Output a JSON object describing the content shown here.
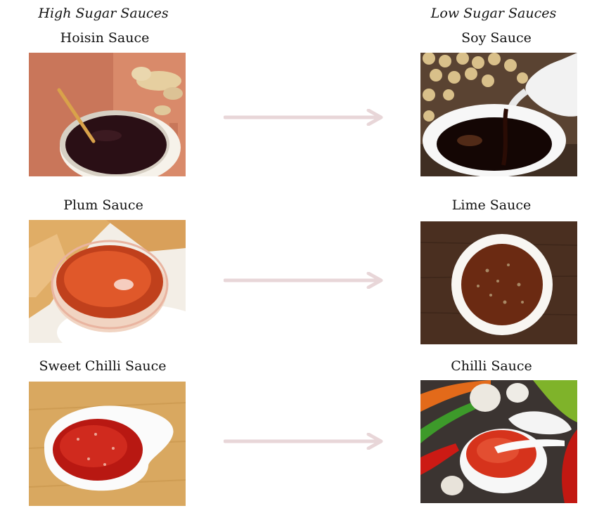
{
  "headings": {
    "left": "High Sugar Sauces",
    "right": "Low Sugar Sauces"
  },
  "rows": [
    {
      "high": "Hoisin Sauce",
      "low": "Soy Sauce"
    },
    {
      "high": "Plum Sauce",
      "low": "Lime Sauce"
    },
    {
      "high": "Sweet Chilli Sauce",
      "low": "Chilli Sauce"
    }
  ],
  "colors": {
    "arrow": "#e8d6d8"
  }
}
